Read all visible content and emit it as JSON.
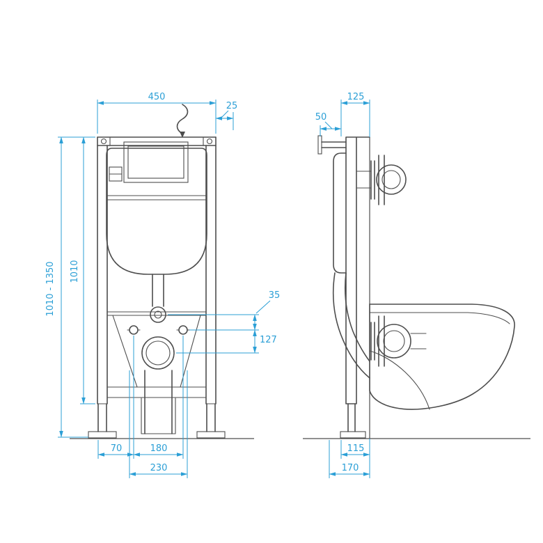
{
  "colors": {
    "dimension_blue": "#2b9fd6",
    "line_gray": "#4d4d4d",
    "background": "#ffffff"
  },
  "front_view": {
    "dimensions": {
      "frame_width": "450",
      "top_bracket_offset": "25",
      "adjustable_height_range": "1010 - 1350",
      "frame_height": "1010",
      "flush_pipe_offset": "35",
      "pipe_center_distance": "127",
      "foot_offset": "70",
      "fixing_bolt_spacing": "180",
      "fixing_bolt_spacing_wide": "230"
    }
  },
  "side_view": {
    "dimensions": {
      "frame_depth": "125",
      "wall_bracket_length": "50",
      "outlet_offset": "115",
      "base_depth": "170"
    }
  }
}
